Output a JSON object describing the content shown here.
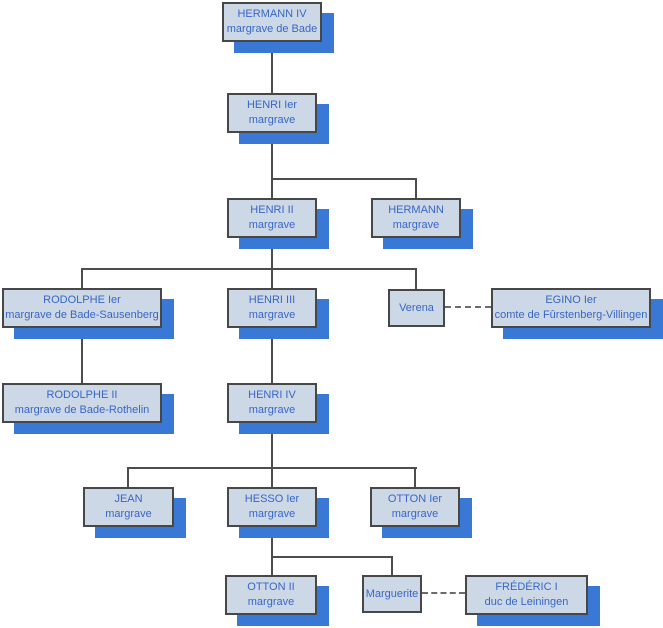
{
  "diagram": {
    "type": "family-tree",
    "subject": "Margraves de Bade",
    "colors": {
      "background": "#ffffff",
      "box_fill": "#cdd8e6",
      "box_border": "#474747",
      "text": "#3766c8",
      "shadow_blue": "#3978d4",
      "connector_line": "#4d4d4d",
      "marriage_dashed_line": "#6b6b6b"
    },
    "nodes": [
      {
        "id": "hermann4",
        "name": "HERMANN IV",
        "title": "margrave de Bade"
      },
      {
        "id": "henri1",
        "name": "HENRI Ier",
        "title": "margrave"
      },
      {
        "id": "henri2",
        "name": "HENRI II",
        "title": "margrave"
      },
      {
        "id": "hermann",
        "name": "HERMANN",
        "title": "margrave"
      },
      {
        "id": "rodolphe1",
        "name": "RODOLPHE Ier",
        "title": "margrave de Bade-Sausenberg"
      },
      {
        "id": "henri3",
        "name": "HENRI III",
        "title": "margrave"
      },
      {
        "id": "verena",
        "name": "Verena",
        "title": ""
      },
      {
        "id": "egino",
        "name": "EGINO Ier",
        "title": "comte de Fûrstenberg-Villingen"
      },
      {
        "id": "rodolphe2",
        "name": "RODOLPHE II",
        "title": "margrave de Bade-Rothelin"
      },
      {
        "id": "henri4",
        "name": "HENRI IV",
        "title": "margrave"
      },
      {
        "id": "jean",
        "name": "JEAN",
        "title": "margrave"
      },
      {
        "id": "hesso",
        "name": "HESSO Ier",
        "title": "margrave"
      },
      {
        "id": "otton1",
        "name": "OTTON Ier",
        "title": "margrave"
      },
      {
        "id": "otton2",
        "name": "OTTON II",
        "title": "margrave"
      },
      {
        "id": "marguerite",
        "name": "Marguerite",
        "title": ""
      },
      {
        "id": "frederic",
        "name": "FRÉDÉRIC I",
        "title": "duc de Leiningen"
      }
    ],
    "relations": {
      "parent_child": [
        {
          "parent": "hermann4",
          "children": [
            "henri1"
          ]
        },
        {
          "parent": "henri1",
          "children": [
            "henri2",
            "hermann"
          ]
        },
        {
          "parent": "henri2",
          "children": [
            "rodolphe1",
            "henri3",
            "verena"
          ]
        },
        {
          "parent": "rodolphe1",
          "children": [
            "rodolphe2"
          ]
        },
        {
          "parent": "henri3",
          "children": [
            "henri4"
          ]
        },
        {
          "parent": "henri4",
          "children": [
            "jean",
            "hesso",
            "otton1"
          ]
        },
        {
          "parent": "hesso",
          "children": [
            "otton2",
            "marguerite"
          ]
        }
      ],
      "marriages": [
        {
          "between": [
            "verena",
            "egino"
          ]
        },
        {
          "between": [
            "marguerite",
            "frederic"
          ]
        }
      ]
    }
  }
}
